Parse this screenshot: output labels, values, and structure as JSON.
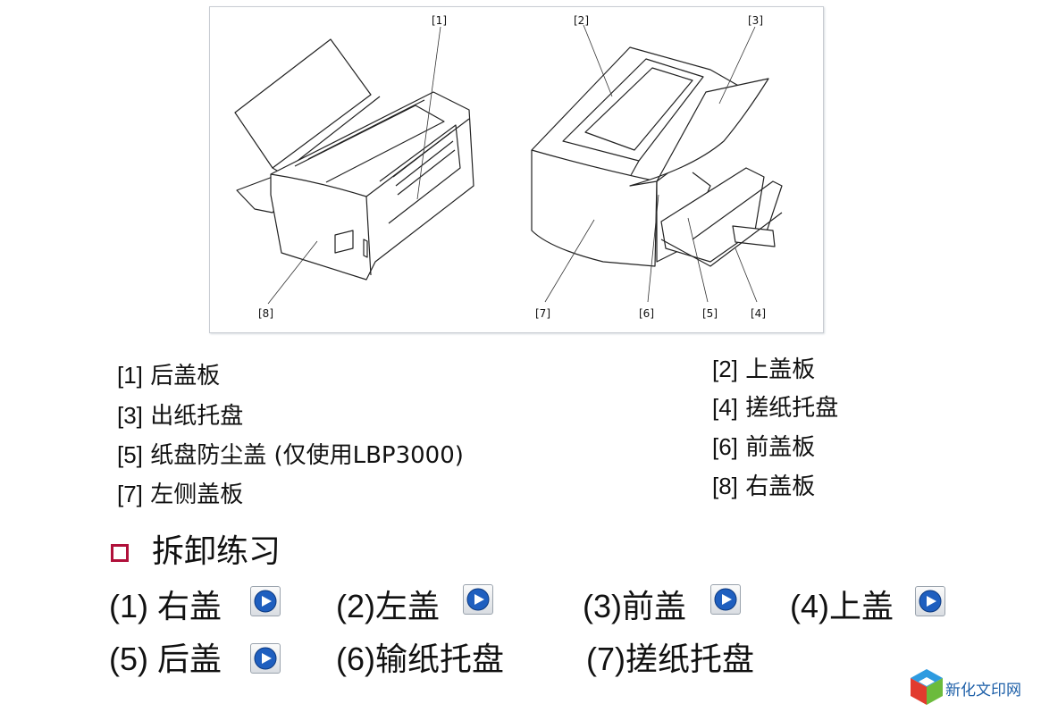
{
  "figure": {
    "callouts": [
      "[1]",
      "[2]",
      "[3]",
      "[4]",
      "[5]",
      "[6]",
      "[7]",
      "[8]"
    ]
  },
  "legend": {
    "left": [
      {
        "num": "[1]",
        "text": "后盖板"
      },
      {
        "num": "[3]",
        "text": "出纸托盘"
      },
      {
        "num": "[5]",
        "text": "纸盘防尘盖 (仅使用LBP3000)"
      },
      {
        "num": "[7]",
        "text": "左侧盖板"
      }
    ],
    "right": [
      {
        "num": "[2]",
        "text": "上盖板"
      },
      {
        "num": "[4]",
        "text": "搓纸托盘"
      },
      {
        "num": "[6]",
        "text": "前盖板"
      },
      {
        "num": "[8]",
        "text": "右盖板"
      }
    ]
  },
  "section": {
    "title": "拆卸练习"
  },
  "exercises": [
    {
      "num": "(1) ",
      "label": "右盖",
      "has_button": true
    },
    {
      "num": "(2)",
      "label": "左盖",
      "has_button": true
    },
    {
      "num": "(3)",
      "label": "前盖",
      "has_button": true
    },
    {
      "num": "(4)",
      "label": "上盖",
      "has_button": true
    },
    {
      "num": "(5) ",
      "label": "后盖",
      "has_button": true
    },
    {
      "num": "(6)",
      "label": "输纸托盘",
      "has_button": false
    },
    {
      "num": "(7)",
      "label": "搓纸托盘",
      "has_button": false
    }
  ],
  "logo": {
    "text": "新化文印网",
    "icon": "cube-logo-icon"
  },
  "colors": {
    "bullet": "#b0103a",
    "play_blue": "#1f5fbf",
    "logo_blue": "#1d5fa8"
  }
}
